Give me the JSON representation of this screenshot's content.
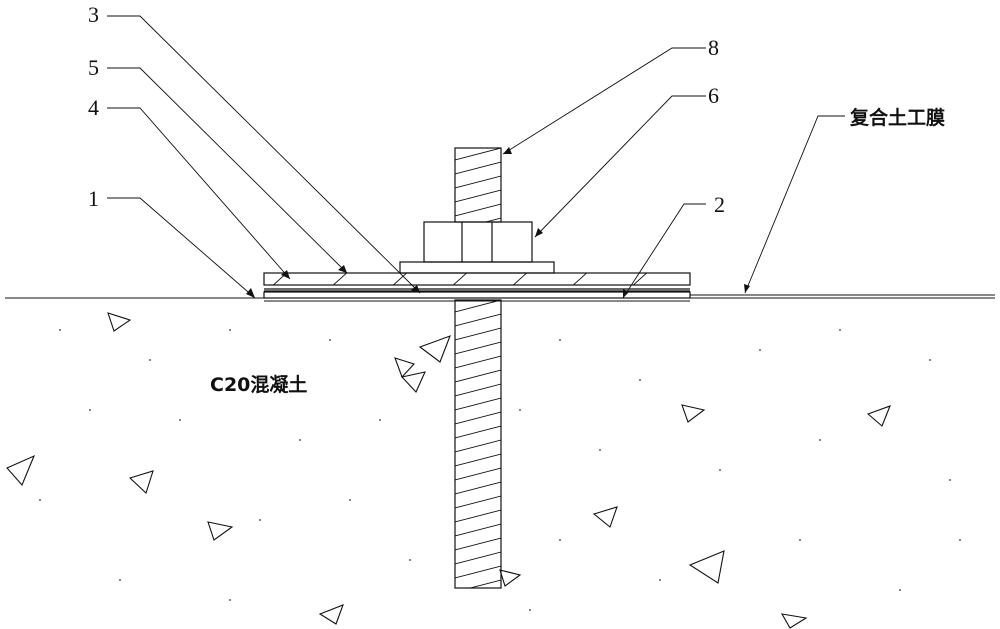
{
  "labels": {
    "part_1": "1",
    "part_2": "2",
    "part_3": "3",
    "part_4": "4",
    "part_5": "5",
    "part_6": "6",
    "part_8": "8",
    "geomembrane": "复合土工膜",
    "concrete": "C20混凝土"
  }
}
